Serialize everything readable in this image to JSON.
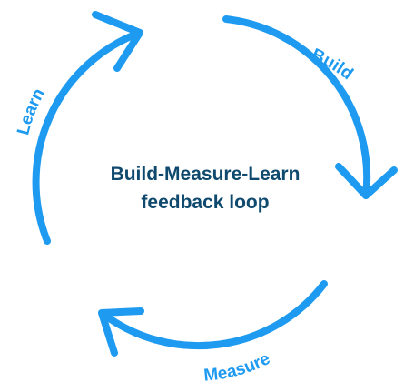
{
  "diagram": {
    "title_line1": "Build-Measure-Learn",
    "title_line2": "feedback loop",
    "stages": {
      "build": "Build",
      "measure": "Measure",
      "learn": "Learn"
    }
  },
  "colors": {
    "accent": "#1E9BF0",
    "title_text": "#0F4A6E"
  }
}
